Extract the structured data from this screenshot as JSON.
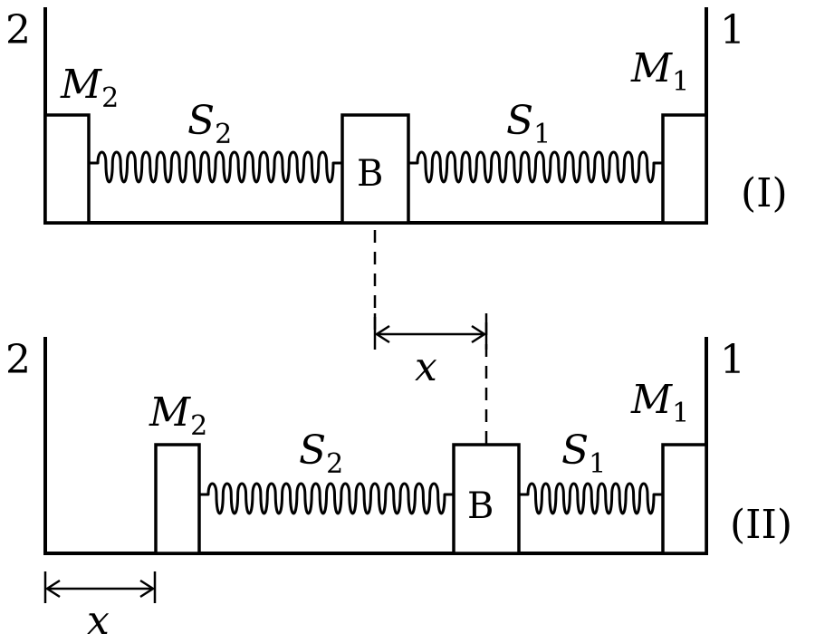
{
  "panels": [
    {
      "id": "I",
      "label": "(I)",
      "wall_left_label": "2",
      "wall_right_label": "1",
      "mass_left": {
        "symbol": "M",
        "subscript": "2"
      },
      "mass_right": {
        "symbol": "M",
        "subscript": "1"
      },
      "spring_left": {
        "symbol": "S",
        "subscript": "2"
      },
      "spring_right": {
        "symbol": "S",
        "subscript": "1"
      },
      "block_label": "B"
    },
    {
      "id": "II",
      "label": "(II)",
      "wall_left_label": "2",
      "wall_right_label": "1",
      "mass_left": {
        "symbol": "M",
        "subscript": "2"
      },
      "mass_right": {
        "symbol": "M",
        "subscript": "1"
      },
      "spring_left": {
        "symbol": "S",
        "subscript": "2"
      },
      "spring_right": {
        "symbol": "S",
        "subscript": "1"
      },
      "block_label": "B"
    }
  ],
  "displacement_label": "x"
}
